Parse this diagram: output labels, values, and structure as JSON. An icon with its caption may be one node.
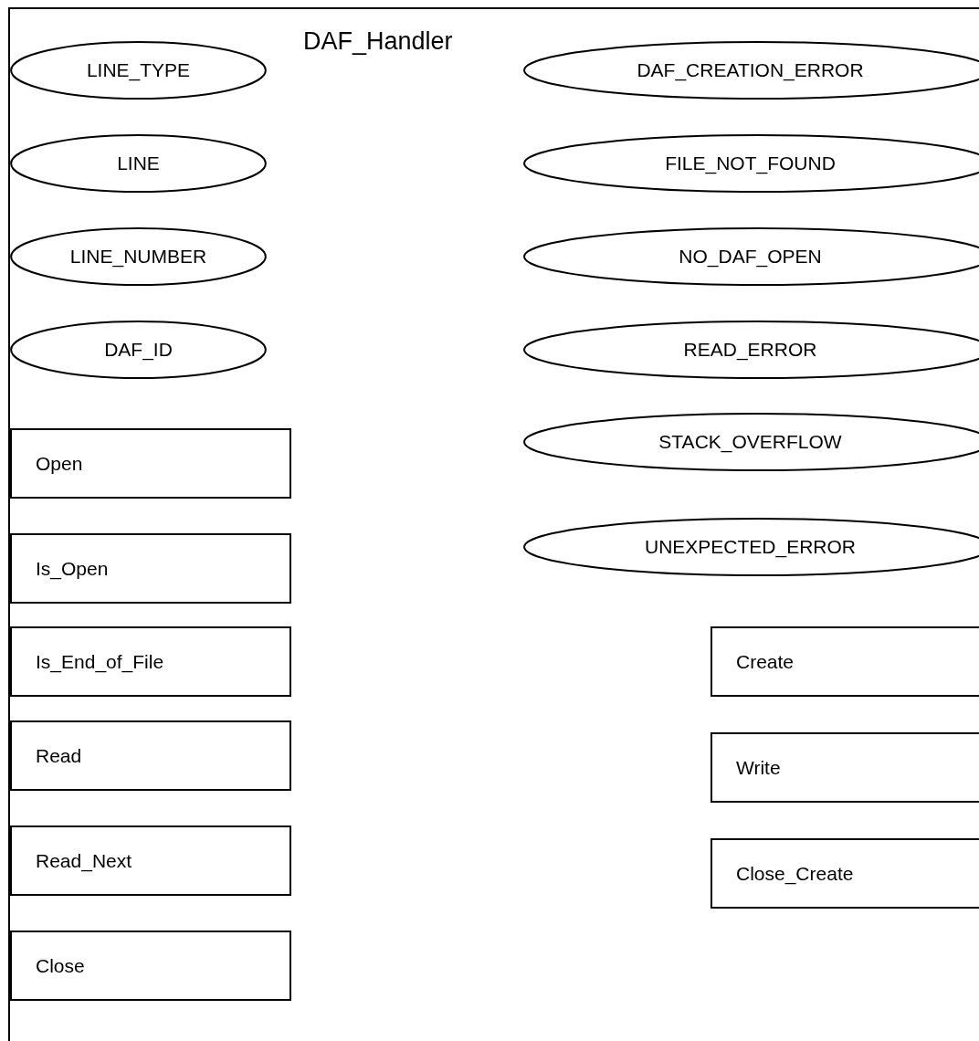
{
  "diagram": {
    "nodes": [
      {
        "text": [
          "DAF_Handler"
        ]
      },
      {
        "text": [
          "LINE_TYPE"
        ],
        "in": 0
      },
      {
        "text": [
          "LINE"
        ],
        "in": 0
      },
      {
        "text": [
          "LINE_NUMBER"
        ],
        "in": 0
      },
      {
        "text": [
          "DAF_ID"
        ],
        "in": 0
      },
      {
        "text": [
          "DAF_CREATION_ERROR"
        ],
        "in": 0
      },
      {
        "text": [
          "FILE_NOT_FOUND"
        ],
        "in": 0
      },
      {
        "text": [
          "NO_DAF_OPEN"
        ],
        "in": 0
      },
      {
        "text": [
          "READ_ERROR"
        ],
        "in": 0
      },
      {
        "text": [
          "STACK_OVERFLOW"
        ],
        "in": 0
      },
      {
        "text": [
          "UNEXPECTED_ERROR"
        ],
        "in": 0
      },
      {
        "text": [
          "Open"
        ],
        "in": 0
      },
      {
        "text": [
          "Is_Open"
        ],
        "in": 0
      },
      {
        "text": [
          "Is_End_of_File"
        ],
        "in": 0
      },
      {
        "text": [
          "Read"
        ],
        "in": 0
      },
      {
        "text": [
          "Read_Next"
        ],
        "in": 0
      },
      {
        "text": [
          "Close"
        ],
        "in": 0
      },
      {
        "text": [
          "Create"
        ],
        "in": 0
      },
      {
        "text": [
          "Write"
        ],
        "in": 0
      },
      {
        "text": [
          "Close_Create"
        ],
        "in": 0
      }
    ],
    "edges": []
  }
}
